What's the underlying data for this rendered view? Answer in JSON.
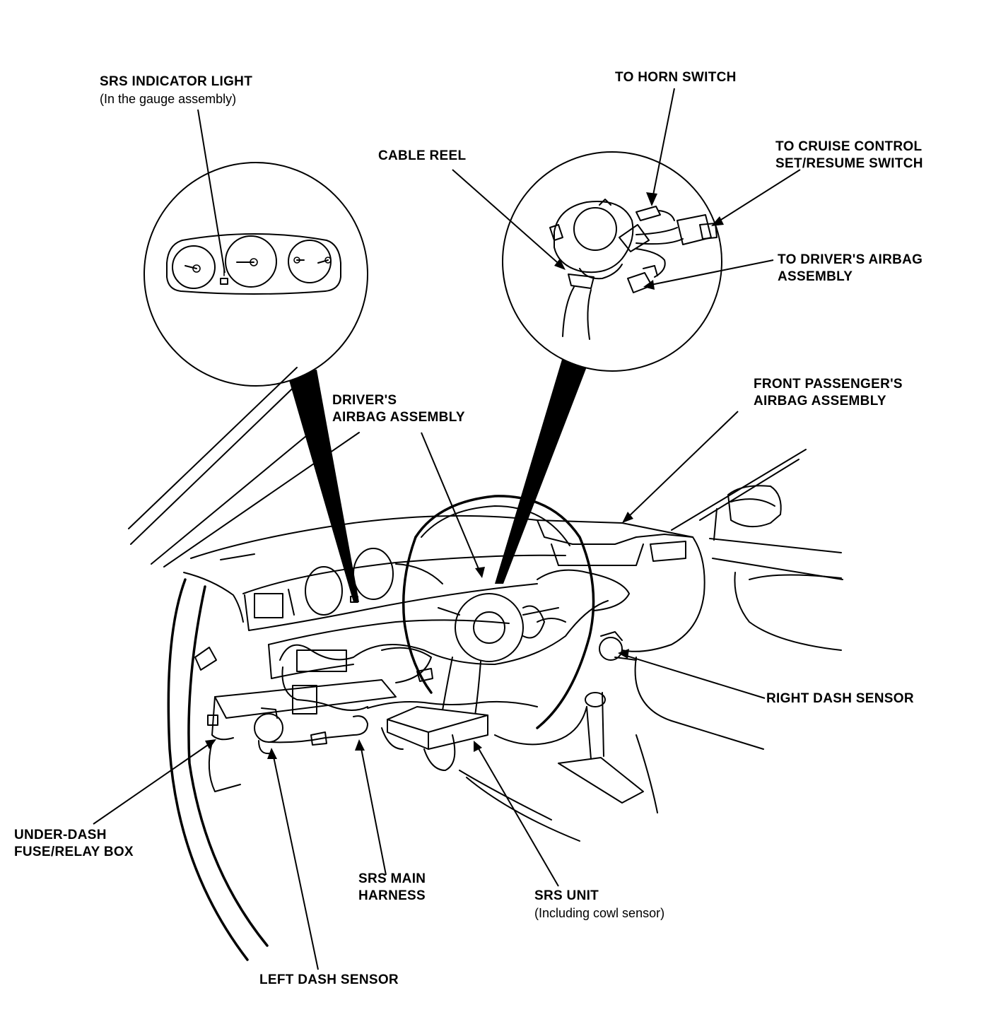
{
  "labels": {
    "srs_indicator_light": {
      "title": "SRS INDICATOR LIGHT",
      "note": "(In the gauge assembly)"
    },
    "to_horn_switch": {
      "title": "TO HORN SWITCH"
    },
    "cable_reel": {
      "title": "CABLE REEL"
    },
    "to_cruise_control": {
      "line1": "TO CRUISE CONTROL",
      "line2": "SET/RESUME SWITCH"
    },
    "to_drivers_airbag": {
      "line1": "TO DRIVER'S AIRBAG",
      "line2": "ASSEMBLY"
    },
    "drivers_airbag_assembly": {
      "line1": "DRIVER'S",
      "line2": "AIRBAG ASSEMBLY"
    },
    "front_passengers_airbag": {
      "line1": "FRONT PASSENGER'S",
      "line2": "AIRBAG ASSEMBLY"
    },
    "right_dash_sensor": {
      "title": "RIGHT DASH SENSOR"
    },
    "under_dash_fuse_box": {
      "line1": "UNDER-DASH",
      "line2": "FUSE/RELAY BOX"
    },
    "srs_main_harness": {
      "line1": "SRS MAIN",
      "line2": "HARNESS"
    },
    "srs_unit": {
      "title": "SRS UNIT",
      "note": "(Including cowl sensor)"
    },
    "left_dash_sensor": {
      "title": "LEFT DASH SENSOR"
    }
  }
}
